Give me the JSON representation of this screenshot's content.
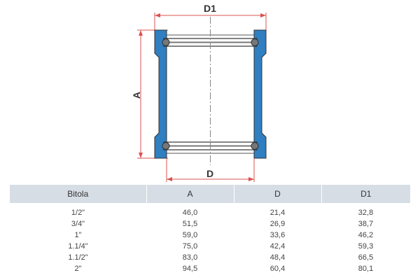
{
  "drawing": {
    "dimension_labels": {
      "d1": "D1",
      "a": "A",
      "d": "D"
    },
    "colors": {
      "body": "#2f7fc1",
      "dimension": "#d9534f",
      "outline": "#333333",
      "gasket": "#777777"
    }
  },
  "table": {
    "headers": [
      "Bitola",
      "A",
      "D",
      "D1"
    ],
    "rows": [
      [
        "1/2\"",
        "46,0",
        "21,4",
        "32,8"
      ],
      [
        "3/4\"",
        "51,5",
        "26,9",
        "38,7"
      ],
      [
        "1\"",
        "59,0",
        "33,6",
        "46,2"
      ],
      [
        "1.1/4\"",
        "75,0",
        "42,4",
        "59,3"
      ],
      [
        "1.1/2\"",
        "83,0",
        "48,4",
        "66,5"
      ],
      [
        "2\"",
        "94,5",
        "60,4",
        "80,1"
      ]
    ]
  }
}
